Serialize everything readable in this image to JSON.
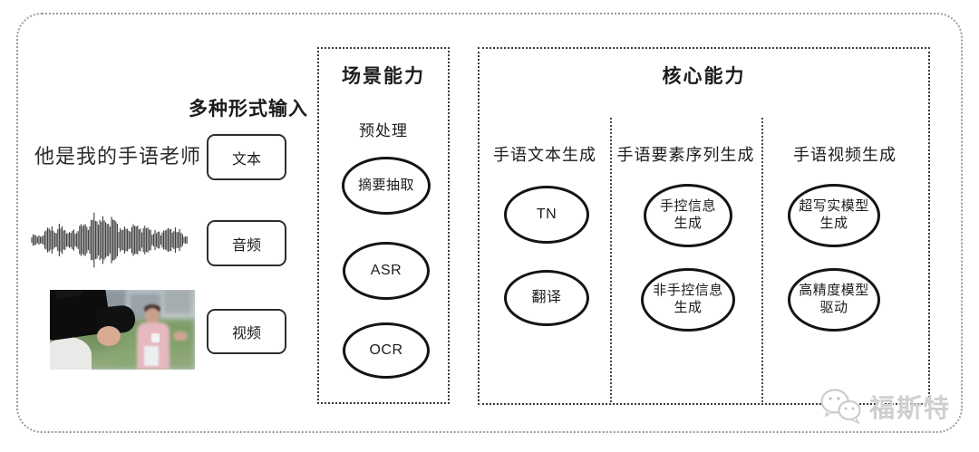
{
  "diagram": {
    "input": {
      "title": "多种形式输入",
      "sentence": "他是我的手语老师",
      "text_label": "文本",
      "audio_label": "音频",
      "video_label": "视频"
    },
    "scene": {
      "title": "场景能力",
      "subtitle": "预处理",
      "nodes": [
        "摘要抽取",
        "ASR",
        "OCR"
      ]
    },
    "core": {
      "title": "核心能力",
      "columns": [
        {
          "header": "手语文本生成",
          "nodes": [
            "TN",
            "翻译"
          ]
        },
        {
          "header": "手语要素序列生成",
          "nodes": [
            "手控信息\n生成",
            "非手控信息\n生成"
          ]
        },
        {
          "header": "手语视频生成",
          "nodes": [
            "超写实模型\n生成",
            "高精度模型\n驱动"
          ]
        }
      ]
    },
    "watermark": {
      "text": "福斯特",
      "icon": "wechat-icon"
    },
    "colors": {
      "stroke": "#141414",
      "frame_dots": "#9b9b9b",
      "watermark": "#cfcfcf"
    }
  }
}
